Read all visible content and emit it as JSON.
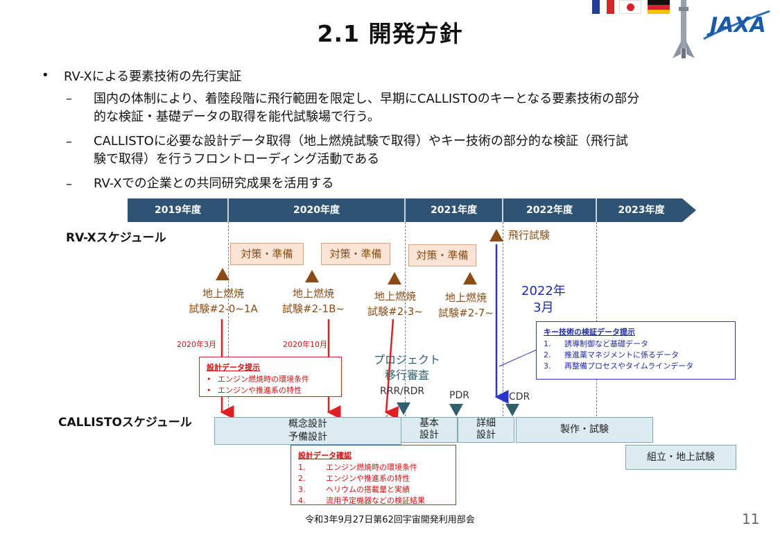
{
  "title": "2.1 開発方針",
  "logo": "JAXA",
  "page_number": "11",
  "footer": "令和3年9月27日第62回宇宙開発利用部会",
  "bullets": {
    "main": "RV-Xによる要素技術の先行実証",
    "subs": [
      {
        "line1": "国内の体制により、着陸段階に飛行範囲を限定し、早期にCALLISTOのキーとなる要素技術の部分",
        "line2": "的な検証・基礎データの取得を能代試験場で行う。"
      },
      {
        "line1": "CALLISTOに必要な設計データ取得（地上燃焼試験で取得）やキー技術の部分的な検証（飛行試",
        "line2": "験で取得）を行うフロントローディング活動である"
      },
      {
        "line1": "RV-Xでの企業との共同研究成果を活用する",
        "line2": ""
      }
    ]
  },
  "timeline": {
    "years": [
      "2019年度",
      "2020年度",
      "2021年度",
      "2022年度",
      "2023年度"
    ],
    "rvx_label": "RV-Xスケジュール",
    "callisto_label": "CALLISTOスケジュール",
    "prep": [
      "対策・準備",
      "対策・準備",
      "対策・準備"
    ],
    "flight_test": "飛行試験",
    "tests": [
      {
        "l1": "地上燃焼",
        "l2": "試験#2-0~1A"
      },
      {
        "l1": "地上燃焼",
        "l2": "試験#2-1B~"
      },
      {
        "l1": "地上燃焼",
        "l2": "試験#2-3~"
      },
      {
        "l1": "地上燃焼",
        "l2": "試験#2-7~"
      }
    ],
    "date_march": "2020年3月",
    "date_october": "2020年10月",
    "date_2022": {
      "l1": "2022年",
      "l2": "3月"
    },
    "project_review": {
      "l1": "プロジェクト",
      "l2": "移行審査",
      "l3": "RRR/RDR"
    },
    "pdr": "PDR",
    "cdr": "CDR",
    "phases": {
      "concept": {
        "l1": "概念設計",
        "l2": "予備設計"
      },
      "basic": {
        "l1": "基本",
        "l2": "設計"
      },
      "detail": {
        "l1": "詳細",
        "l2": "設計"
      },
      "manufacture": "製作・試験",
      "assembly": "組立・地上試験"
    },
    "design_data_present": {
      "title": "設計データ提示",
      "items": [
        "エンジン燃焼時の環境条件",
        "エンジンや推進系の特性"
      ]
    },
    "design_data_confirm": {
      "title": "設計データ確認",
      "items": [
        {
          "n": "1.",
          "t": "エンジン燃焼時の環境条件"
        },
        {
          "n": "2.",
          "t": "エンジンや推進系の特性"
        },
        {
          "n": "3.",
          "t": "ヘリウムの搭載量と実績"
        },
        {
          "n": "4.",
          "t": "流用予定機器などの検証結果"
        }
      ]
    },
    "key_tech": {
      "title": "キー技術の検証データ提示",
      "items": [
        {
          "n": "1.",
          "t": "誘導制御など基礎データ"
        },
        {
          "n": "2.",
          "t": "推進薬マネジメントに係るデータ"
        },
        {
          "n": "3.",
          "t": "再整備プロセスやタイムラインデータ"
        }
      ]
    }
  },
  "colors": {
    "arrow": "#2f5473",
    "brown": "#8a4b14",
    "red": "#e02020",
    "blue": "#2b35c9"
  }
}
